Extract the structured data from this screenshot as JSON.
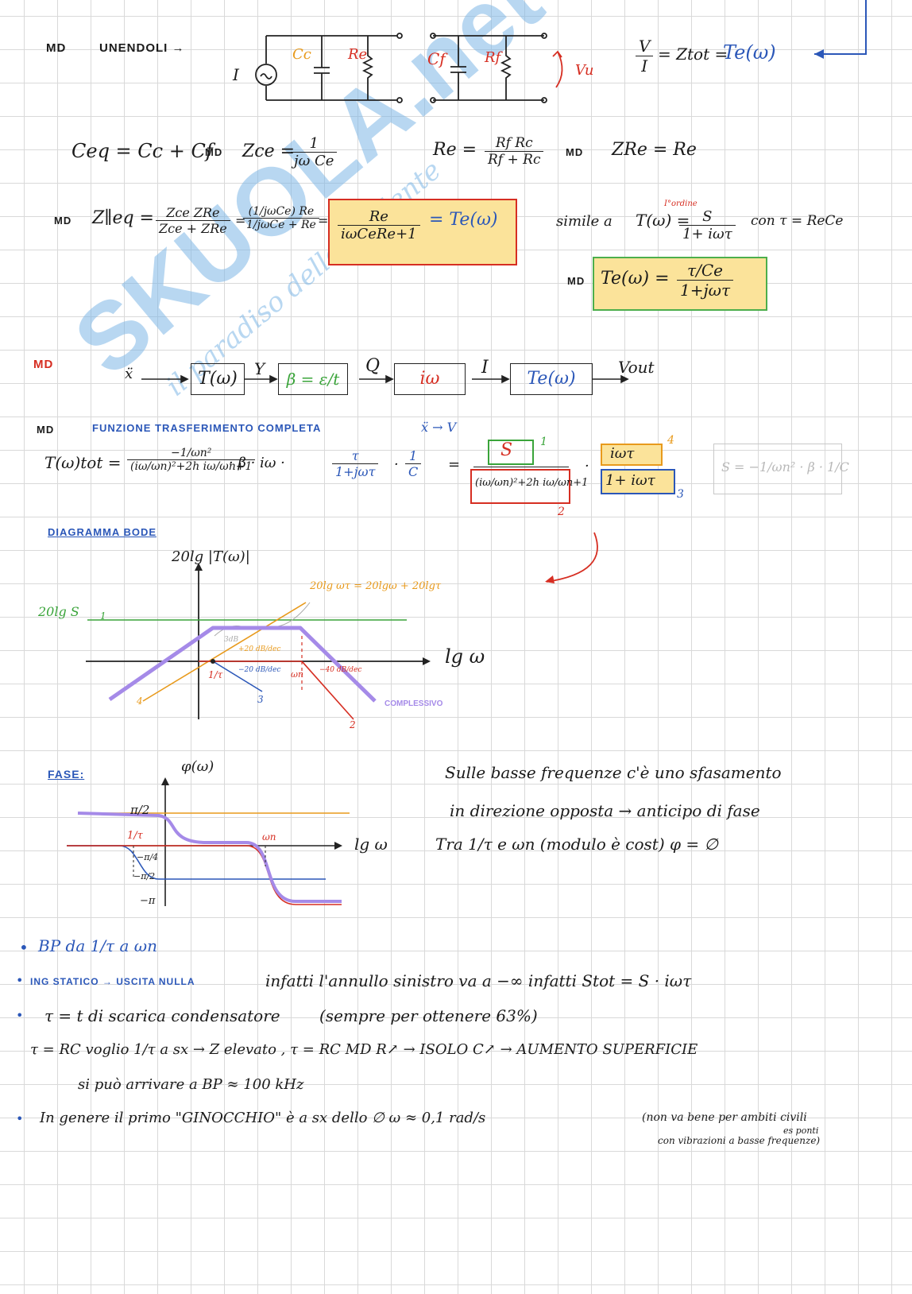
{
  "watermark": {
    "logo_text": "SKUOLA.net",
    "tagline": "il paradiso dello studente",
    "color": "#7fb8e6"
  },
  "circuit": {
    "md": "MD",
    "unendoli": "UNENDOLI →",
    "source_label": "I",
    "cc": "Cc",
    "re": "Re",
    "cf": "Cf",
    "rf": "Rf",
    "vu": "Vu",
    "ratio_v": "V",
    "ratio_i": "I",
    "ratio_rhs": "= Ztot = ",
    "te": "Te(ω)"
  },
  "eq_row1": {
    "ceq": "Ceq = Cc + Cf",
    "md": "MD",
    "zce_lhs": "Zce =",
    "zce_num": "1",
    "zce_den": "jω Ce",
    "re_lhs": "Re =",
    "re_num": "Rf Rc",
    "re_den": "Rf + Rc",
    "md2": "MD",
    "zre": "ZRe = Re"
  },
  "eq_row2": {
    "md": "MD",
    "zpar": "Z∥eq =",
    "f1_num": "Zce ZRe",
    "f1_den": "Zce + ZRe",
    "f2_num": "(1/jωCe) Re",
    "f2_den": "1/jωCe + Re",
    "f3_num": "Re",
    "f3_den": "iωCeRe+1",
    "te": "= Te(ω)"
  },
  "simile": {
    "text": "simile a",
    "order": "I°ordine",
    "t_lhs": "T(ω) =",
    "t_num": "S",
    "t_den": "1+ iωτ",
    "con": "con τ = ReCe",
    "md": "MD",
    "te_lhs": "Te(ω) =",
    "te_num": "τ/Ce",
    "te_den": "1+jωτ"
  },
  "block_diagram": {
    "md": "MD",
    "input": "ẍ",
    "blocks": [
      "T(ω)",
      "β = ε/t",
      "iω",
      "Te(ω)"
    ],
    "signals": [
      "Y",
      "Q",
      "I",
      "Vout"
    ]
  },
  "transfer": {
    "md": "MD",
    "title": "FUNZIONE TRASFERIMENTO COMPLETA",
    "arrow": "ẍ → V",
    "lhs": "T(ω)tot =",
    "t1_num": "−1/ωn²",
    "t1_den": "(iω/ωn)²+2h iω/ωn+1",
    "dot1": "· β · iω ·",
    "t2_num": "τ",
    "t2_den": "1+jωτ",
    "dot2": "·",
    "t3_num": "1",
    "t3_den": "C",
    "eq": "=",
    "r_num": "S",
    "r_den": "(iω/ωn)²+2h iω/ωn+1",
    "r2_num": "iωτ",
    "r2_den": "1+ iωτ",
    "labels": [
      "1",
      "2",
      "3",
      "4"
    ],
    "note": "S = −1/ωn² · β · 1/C"
  },
  "bode": {
    "title": "DIAGRAMMA BODE",
    "y_label": "20lg |T(ω)|",
    "x_label": "lg ω",
    "green_label": "20lg S",
    "orange_label": "20lg ωτ = 20lgω + 20lgτ",
    "db3": "3dB",
    "slope_pos": "+20 dB/dec",
    "slope_neg": "−20 dB/dec",
    "slope_neg40": "−40 dB/dec",
    "tick_tau": "1/τ",
    "tick_wn": "ωn",
    "curve_labels": [
      "1",
      "2",
      "3",
      "4"
    ],
    "total": "COMPLESSIVO"
  },
  "phase": {
    "title": "FASE:",
    "y_label": "φ(ω)",
    "x_label": "lg ω",
    "ticks": [
      "π/2",
      "−π/4",
      "−π/2",
      "−π"
    ],
    "marks": [
      "1/τ",
      "ωn"
    ],
    "note_lines": [
      "Sulle basse frequenze c'è uno sfasamento",
      "in direzione opposta → anticipo di fase",
      "Tra 1/τ e ωn (modulo è cost) φ = ∅"
    ]
  },
  "notes": [
    {
      "bullet": "•",
      "text": "BP da 1/τ a ωn"
    },
    {
      "bullet": "•",
      "text": "ING STATICO → USCITA NULLA",
      "tail": "infatti l'annullo sinistro va a −∞  infatti Stot = S · iωτ"
    },
    {
      "bullet": "•",
      "text": "τ = t di scarica condensatore",
      "tail": "(sempre per ottenere 63%)"
    },
    {
      "bullet": "",
      "text": "τ = RC voglio 1/τ a sx → Z elevato ,  τ = RC MD  R↗ → ISOLO   C↗ → AUMENTO SUPERFICIE"
    },
    {
      "bullet": "",
      "text": "si può arrivare a BP ≈ 100 kHz"
    },
    {
      "bullet": "•",
      "text": "In genere il primo \"GINOCCHIO\" è a sx dello ∅   ω ≈ 0,1 rad/s",
      "tail": "(non va bene per ambiti civili",
      "tail2": "con vibrazioni a basse frequenze)",
      "tail3": "es ponti"
    }
  ]
}
